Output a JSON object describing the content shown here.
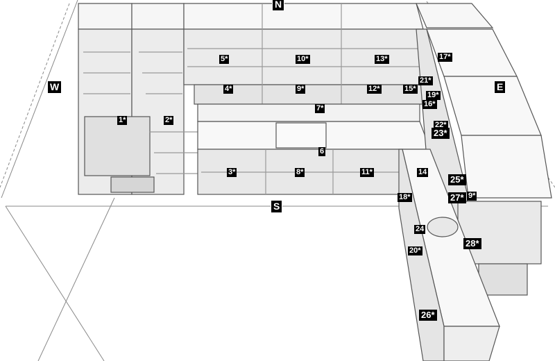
{
  "compass": {
    "north": "N",
    "south": "S",
    "west": "W",
    "east": "E"
  },
  "labels": [
    "1*",
    "2*",
    "3*",
    "4*",
    "5*",
    "6",
    "7*",
    "8*",
    "9*",
    "10*",
    "11*",
    "12*",
    "13*",
    "14",
    "15*",
    "16*",
    "17*",
    "18*",
    "19*",
    "20*",
    "21*",
    "22*",
    "23*",
    "24",
    "25*",
    "26*",
    "27*",
    "9*",
    "28*"
  ],
  "colors": {
    "line": "#555555",
    "panel": "#f4f4f4",
    "shade": "#e2e2e2",
    "tag": "#000000"
  }
}
